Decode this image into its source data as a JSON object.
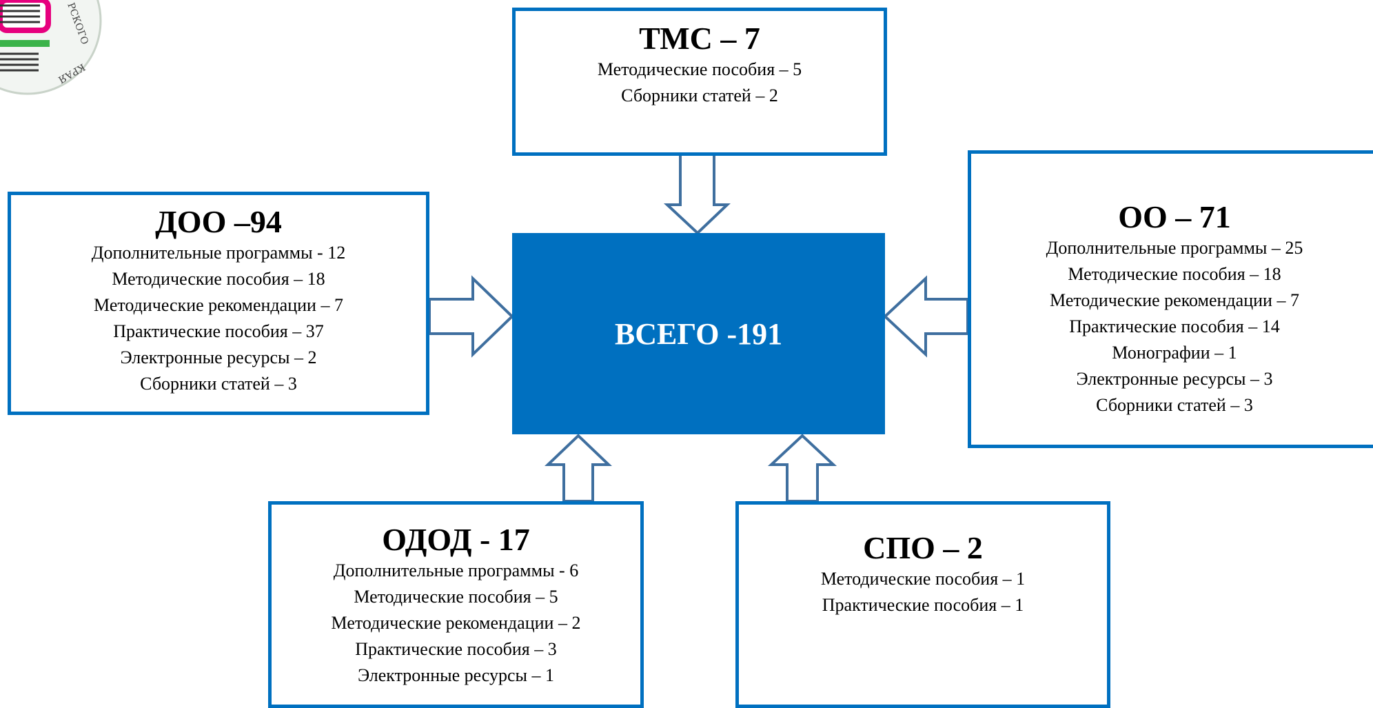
{
  "center": {
    "label": "ВСЕГО -191"
  },
  "boxes": {
    "tmc": {
      "title": "ТМС – 7",
      "lines": [
        "Методические пособия – 5",
        "Сборники статей – 2"
      ]
    },
    "doo": {
      "title": "ДОО –94",
      "lines": [
        "Дополнительные программы - 12",
        "Методические пособия – 18",
        "Методические рекомендации – 7",
        "Практические пособия – 37",
        "Электронные ресурсы – 2",
        "Сборники статей – 3"
      ]
    },
    "oo": {
      "title": "ОО – 71",
      "lines": [
        "Дополнительные программы – 25",
        "Методические пособия – 18",
        "Методические рекомендации – 7",
        "Практические пособия – 14",
        "Монографии – 1",
        "Электронные ресурсы – 3",
        "Сборники статей – 3"
      ]
    },
    "odod": {
      "title": "ОДОД - 17",
      "lines": [
        "Дополнительные программы - 6",
        "Методические пособия – 5",
        "Методические рекомендации – 2",
        "Практические пособия – 3",
        "Электронные ресурсы – 1"
      ]
    },
    "spo": {
      "title": "СПО – 2",
      "lines": [
        "Методические пособия – 1",
        "Практические пособия – 1"
      ]
    }
  },
  "logo": {
    "text_fragments": [
      "РСКОГО",
      "КРАЯ"
    ]
  },
  "colors": {
    "accent": "#0070c0",
    "arrow_stroke": "#3f6f9f",
    "logo_green": "#3bb34a",
    "logo_pink": "#e6007e"
  }
}
